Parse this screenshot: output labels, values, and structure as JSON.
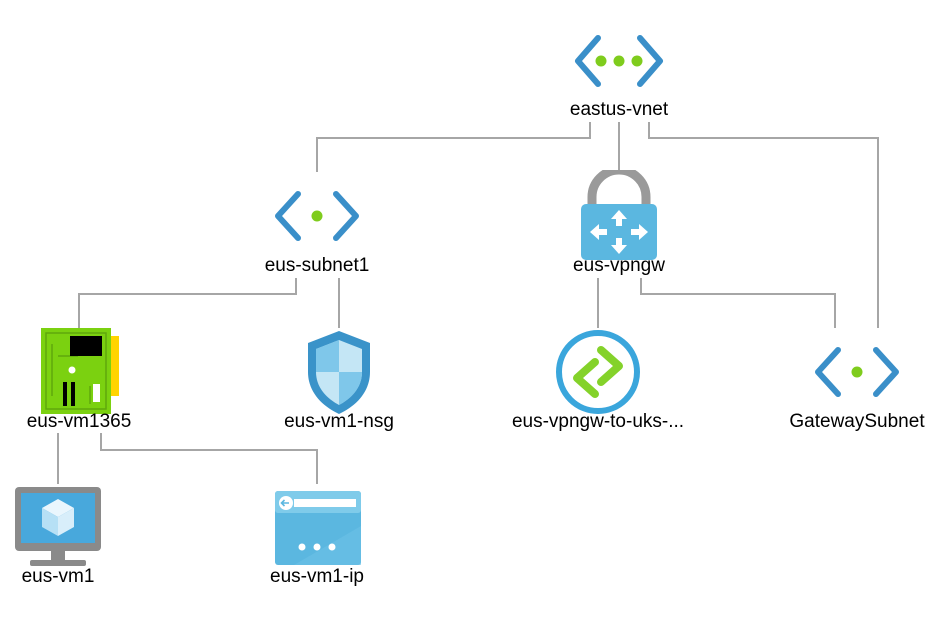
{
  "diagram": {
    "nodes": [
      {
        "id": "vnet",
        "label": "eastus-vnet",
        "icon": "virtual-network-icon"
      },
      {
        "id": "subnet1",
        "label": "eus-subnet1",
        "icon": "subnet-icon"
      },
      {
        "id": "vpngw",
        "label": "eus-vpngw",
        "icon": "vpn-gateway-icon"
      },
      {
        "id": "nic",
        "label": "eus-vm1365",
        "icon": "network-interface-icon"
      },
      {
        "id": "nsg",
        "label": "eus-vm1-nsg",
        "icon": "network-security-group-icon"
      },
      {
        "id": "conn",
        "label": "eus-vpngw-to-uks-...",
        "icon": "connection-icon"
      },
      {
        "id": "gwsubnet",
        "label": "GatewaySubnet",
        "icon": "subnet-icon"
      },
      {
        "id": "vm",
        "label": "eus-vm1",
        "icon": "virtual-machine-icon"
      },
      {
        "id": "pip",
        "label": "eus-vm1-ip",
        "icon": "public-ip-icon"
      }
    ],
    "edges": [
      {
        "from": "vnet",
        "to": "subnet1"
      },
      {
        "from": "vnet",
        "to": "vpngw"
      },
      {
        "from": "vnet",
        "to": "gwsubnet"
      },
      {
        "from": "subnet1",
        "to": "nic"
      },
      {
        "from": "subnet1",
        "to": "nsg"
      },
      {
        "from": "vpngw",
        "to": "conn"
      },
      {
        "from": "vpngw",
        "to": "gwsubnet"
      },
      {
        "from": "nic",
        "to": "vm"
      },
      {
        "from": "nic",
        "to": "pip"
      }
    ],
    "colors": {
      "edge": "#a6a6a6",
      "bracket": "#3a8fc9",
      "dot": "#7fcc1d",
      "vpn_body": "#5bb7e0",
      "lock": "#9a9a9a",
      "nic_board": "#7bd110",
      "shield": "#3a93c9",
      "connection_ring": "#3aa6dc",
      "connection_arrows": "#84d22a",
      "monitor": "#8a8a8a",
      "screen": "#48a8dc",
      "pip_body": "#5bb7e0"
    }
  }
}
